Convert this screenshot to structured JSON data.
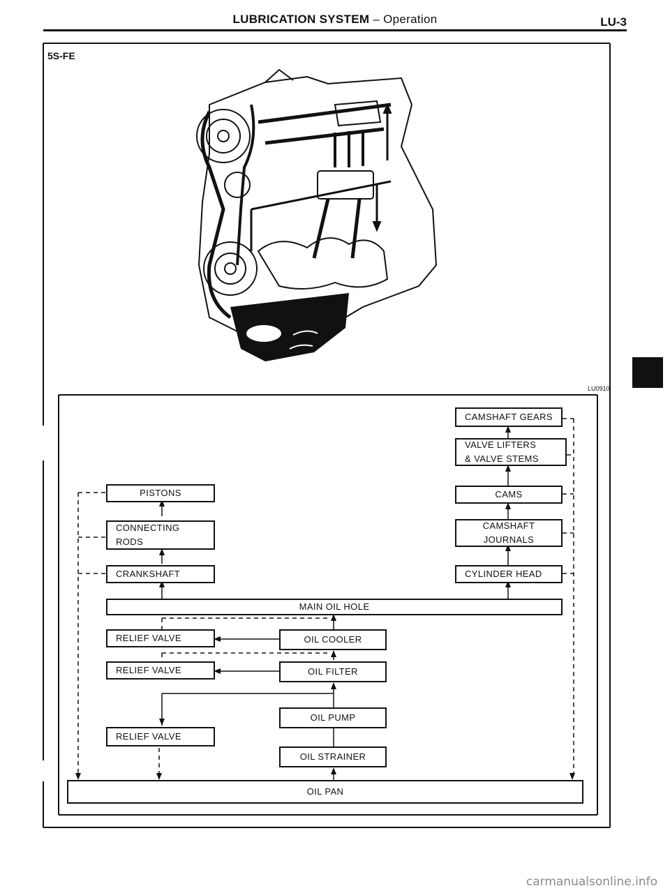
{
  "header": {
    "title_bold": "LUBRICATION SYSTEM",
    "title_rest": " – Operation",
    "page_number": "LU-3"
  },
  "figure": {
    "model": "5S-FE",
    "code": "LU0910"
  },
  "flow": {
    "camshaft_gears": "CAMSHAFT GEARS",
    "valve_lifters_1": "VALVE LIFTERS",
    "valve_lifters_2": "& VALVE STEMS",
    "cams": "CAMS",
    "camshaft_journals_1": "CAMSHAFT",
    "camshaft_journals_2": "JOURNALS",
    "cylinder_head": "CYLINDER HEAD",
    "pistons": "PISTONS",
    "connecting_rods_1": "CONNECTING",
    "connecting_rods_2": "RODS",
    "crankshaft": "CRANKSHAFT",
    "main_oil_hole": "MAIN OIL HOLE",
    "relief_valve_1": "RELIEF VALVE",
    "oil_cooler": "OIL COOLER",
    "relief_valve_2": "RELIEF VALVE",
    "oil_filter": "OIL FILTER",
    "oil_pump": "OIL PUMP",
    "relief_valve_3": "RELIEF VALVE",
    "oil_strainer": "OIL STRAINER",
    "oil_pan": "OIL PAN"
  },
  "watermark": "carmanualsonline.info"
}
